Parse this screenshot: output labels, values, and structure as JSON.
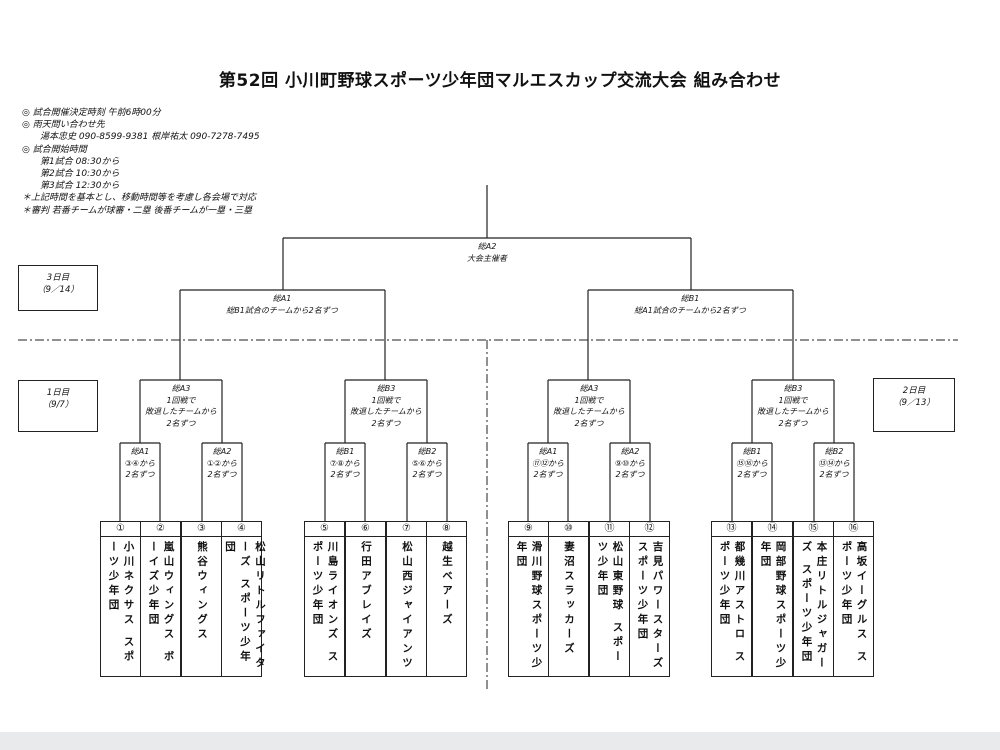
{
  "title": "第52回 小川町野球スポーツ少年団マルエスカップ交流大会 組み合わせ",
  "info": [
    "◎ 試合開催決定時刻 午前6時00分",
    "◎ 雨天問い合わせ先",
    "湯本忠史 090-8599-9381 根岸祐太 090-7278-7495",
    "◎ 試合開始時間",
    "第1試合 08:30から",
    "第2試合 10:30から",
    "第3試合 12:30から",
    "＊上記時間を基本とし、移動時間等を考慮し各会場で対応",
    "＊審判 若番チームが球審・二塁 後番チームが一塁・三塁"
  ],
  "days": {
    "day3": {
      "label": "3日目",
      "date": "（9／14）"
    },
    "day1": {
      "label": "1日目",
      "date": "（9/7）"
    },
    "day2": {
      "label": "2日目",
      "date": "（9／13）"
    }
  },
  "final": {
    "name": "総A2",
    "note": "大会主催者"
  },
  "semis": {
    "left": {
      "name": "総A1",
      "note": "総B1試合のチームから2名ずつ"
    },
    "right": {
      "name": "総B1",
      "note": "総A1試合のチームから2名ずつ"
    }
  },
  "quarters": [
    {
      "name": "総A3",
      "l1": "1回戦で",
      "l2": "敗退したチームから",
      "l3": "2名ずつ"
    },
    {
      "name": "総B3",
      "l1": "1回戦で",
      "l2": "敗退したチームから",
      "l3": "2名ずつ"
    },
    {
      "name": "総A3",
      "l1": "1回戦で",
      "l2": "敗退したチームから",
      "l3": "2名ずつ"
    },
    {
      "name": "総B3",
      "l1": "1回戦で",
      "l2": "敗退したチームから",
      "l3": "2名ずつ"
    }
  ],
  "firsts": [
    {
      "name": "総A1",
      "l1": "③④から",
      "l2": "2名ずつ"
    },
    {
      "name": "総A2",
      "l1": "①②から",
      "l2": "2名ずつ"
    },
    {
      "name": "総B1",
      "l1": "⑦⑧から",
      "l2": "2名ずつ"
    },
    {
      "name": "総B2",
      "l1": "⑤⑥から",
      "l2": "2名ずつ"
    },
    {
      "name": "総A1",
      "l1": "⑪⑫から",
      "l2": "2名ずつ"
    },
    {
      "name": "総A2",
      "l1": "⑨⑩から",
      "l2": "2名ずつ"
    },
    {
      "name": "総B1",
      "l1": "⑮⑯から",
      "l2": "2名ずつ"
    },
    {
      "name": "総B2",
      "l1": "⑬⑭から",
      "l2": "2名ずつ"
    }
  ],
  "teams": [
    {
      "num": "①",
      "name": "小川ネクサス スポーツ少年団"
    },
    {
      "num": "②",
      "name": "嵐山ウィングス ボーイズ少年団"
    },
    {
      "num": "③",
      "name": "熊谷ウィングス"
    },
    {
      "num": "④",
      "name": "松山リトルファイターズ スポーツ少年団"
    },
    {
      "num": "⑤",
      "name": "川島ライオンズ スポーツ少年団"
    },
    {
      "num": "⑥",
      "name": "行田アブレイズ"
    },
    {
      "num": "⑦",
      "name": "松山西ジャイアンツ"
    },
    {
      "num": "⑧",
      "name": "越生ベアーズ"
    },
    {
      "num": "⑨",
      "name": "滑川野球スポーツ少年団"
    },
    {
      "num": "⑩",
      "name": "妻沼スラッカーズ"
    },
    {
      "num": "⑪",
      "name": "松山東野球 スポーツ少年団"
    },
    {
      "num": "⑫",
      "name": "吉見パワースターズ スポーツ少年団"
    },
    {
      "num": "⑬",
      "name": "都幾川アストロ スポーツ少年団"
    },
    {
      "num": "⑭",
      "name": "岡部野球スポーツ少年団"
    },
    {
      "num": "⑮",
      "name": "本庄リトルジャガーズ スポーツ少年団"
    },
    {
      "num": "⑯",
      "name": "高坂イーグルス スポーツ少年団"
    }
  ]
}
